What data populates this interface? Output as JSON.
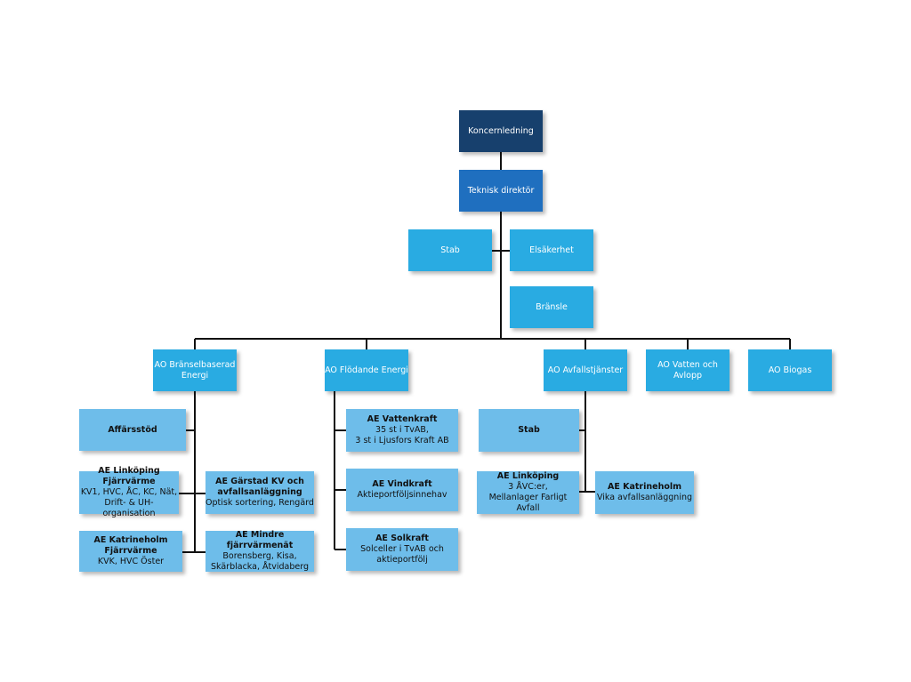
{
  "nodes": {
    "koncernledning": "Koncernledning",
    "teknisk_direktor": "Teknisk direktör",
    "stab_top": "Stab",
    "elsakerhet": "Elsäkerhet",
    "bransle": "Bränsle",
    "ao_branselbaserad": {
      "line1": "AO Bränselbaserad",
      "line2": "Energi"
    },
    "ao_flodande": "AO Flödande Energi",
    "ao_avfall": "AO Avfallstjänster",
    "ao_vatten": "AO Vatten och Avlopp",
    "ao_biogas": "AO Biogas",
    "affarsstod": "Affärsstöd",
    "ae_linkoping_fjv": {
      "title": "AE Linköping Fjärrvärme",
      "line1": "KV1, HVC, ÅC, KC, Nät,",
      "line2": "Drift- & UH-organisation"
    },
    "ae_garstad": {
      "title1": "AE Gärstad KV och",
      "title2": "avfallsanläggning",
      "line1": "Optisk sortering, Rengärd"
    },
    "ae_katrineholm_fjv": {
      "title": "AE Katrineholm Fjärrvärme",
      "line1": "KVK, HVC Öster"
    },
    "ae_mindre": {
      "title": "AE Mindre fjärrvärmenät",
      "line1": "Borensberg, Kisa,",
      "line2": "Skärblacka, Åtvidaberg"
    },
    "ae_vattenkraft": {
      "title": "AE Vattenkraft",
      "line1": "35 st i TvAB,",
      "line2": "3 st i Ljusfors Kraft AB"
    },
    "ae_vindkraft": {
      "title": "AE Vindkraft",
      "line1": "Aktieportföljsinnehav"
    },
    "ae_solkraft": {
      "title": "AE Solkraft",
      "line1": "Solceller i TvAB och",
      "line2": "aktieportfölj"
    },
    "stab_avfall": "Stab",
    "ae_linkoping_avfall": {
      "title": "AE Linköping",
      "line1": "3 ÅVC:er,",
      "line2": "Mellanlager Farligt Avfall"
    },
    "ae_katrineholm_avfall": {
      "title": "AE Katrineholm",
      "line1": "Vika avfallsanläggning"
    }
  },
  "colors": {
    "level1": "#17406d",
    "level2": "#1f6fbf",
    "units": "#29abe2",
    "entities": "#6ebdea",
    "connector": "#111111"
  }
}
